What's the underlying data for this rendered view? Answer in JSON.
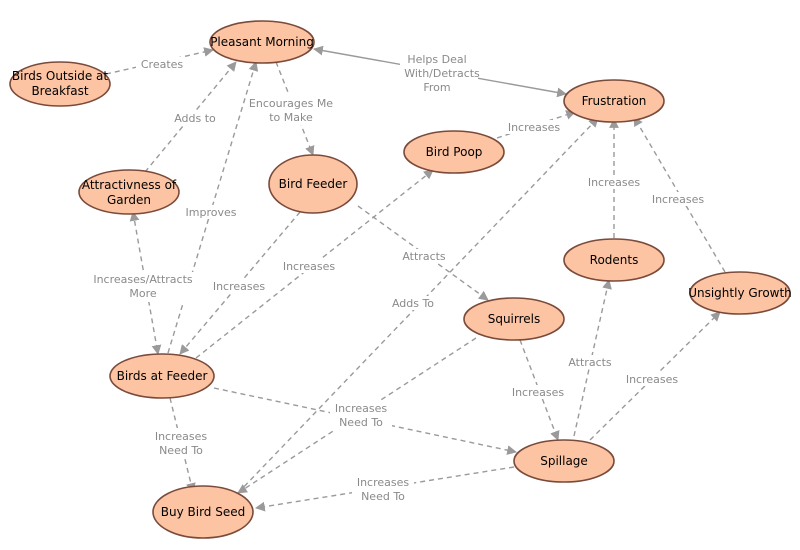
{
  "nodes": {
    "pleasant_morning": "Pleasant Morning",
    "birds_outside": [
      "Birds Outside at",
      "Breakfast"
    ],
    "frustration": "Frustration",
    "bird_poop": "Bird Poop",
    "attractiveness": [
      "Attractivness of",
      "Garden"
    ],
    "bird_feeder": "Bird Feeder",
    "rodents": "Rodents",
    "unsightly_growth": "Unsightly Growth",
    "squirrels": "Squirrels",
    "birds_at_feeder": "Birds at Feeder",
    "spillage": "Spillage",
    "buy_bird_seed": "Buy Bird Seed"
  },
  "edges": {
    "creates": "Creates",
    "helps_deal": [
      "Helps Deal",
      "With/Detracts",
      "From"
    ],
    "adds_to_1": "Adds to",
    "encourages": [
      "Encourages Me",
      "to Make"
    ],
    "increases_poop_frus": "Increases",
    "improves": "Improves",
    "increases_rod_frus": "Increases",
    "increases_ug_frus": "Increases",
    "increases_attracts": [
      "Increases/Attracts",
      "More"
    ],
    "increases_feeder_birds": "Increases",
    "increases_birds_poop": "Increases",
    "attracts_sq": "Attracts",
    "adds_to_2": "Adds To",
    "attracts_rod": "Attracts",
    "increases_sp_ug": "Increases",
    "increases_sq_sp": "Increases",
    "increases_need_to_1": [
      "Increases",
      "Need To"
    ],
    "increases_need_to_2": [
      "Increases",
      "Need To"
    ],
    "increases_need_to_3": [
      "Increases",
      "Need To"
    ]
  }
}
